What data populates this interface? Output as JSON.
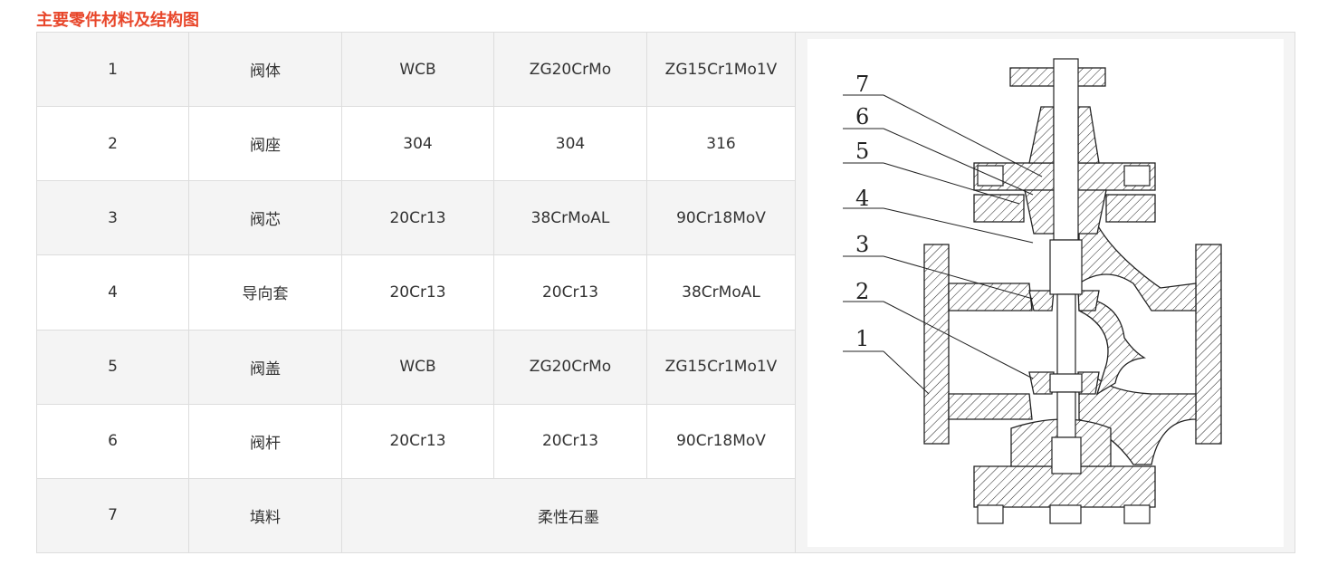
{
  "title": "主要零件材料及结构图",
  "rows": [
    {
      "no": "1",
      "name": "阀体",
      "m1": "WCB",
      "m2": "ZG20CrMo",
      "m3": "ZG15Cr1Mo1V"
    },
    {
      "no": "2",
      "name": "阀座",
      "m1": "304",
      "m2": "304",
      "m3": "316"
    },
    {
      "no": "3",
      "name": "阀芯",
      "m1": "20Cr13",
      "m2": "38CrMoAL",
      "m3": "90Cr18MoV"
    },
    {
      "no": "4",
      "name": "导向套",
      "m1": "20Cr13",
      "m2": "20Cr13",
      "m3": "38CrMoAL"
    },
    {
      "no": "5",
      "name": "阀盖",
      "m1": "WCB",
      "m2": "ZG20CrMo",
      "m3": "ZG15Cr1Mo1V"
    },
    {
      "no": "6",
      "name": "阀杆",
      "m1": "20Cr13",
      "m2": "20Cr13",
      "m3": "90Cr18MoV"
    },
    {
      "no": "7",
      "name": "填料",
      "merged": "柔性石墨"
    }
  ],
  "diagram": {
    "labels": [
      "7",
      "6",
      "5",
      "4",
      "3",
      "2",
      "1"
    ]
  },
  "colors": {
    "title": "#e8472b",
    "stripe": "#f4f4f4",
    "border": "#dddddd"
  }
}
